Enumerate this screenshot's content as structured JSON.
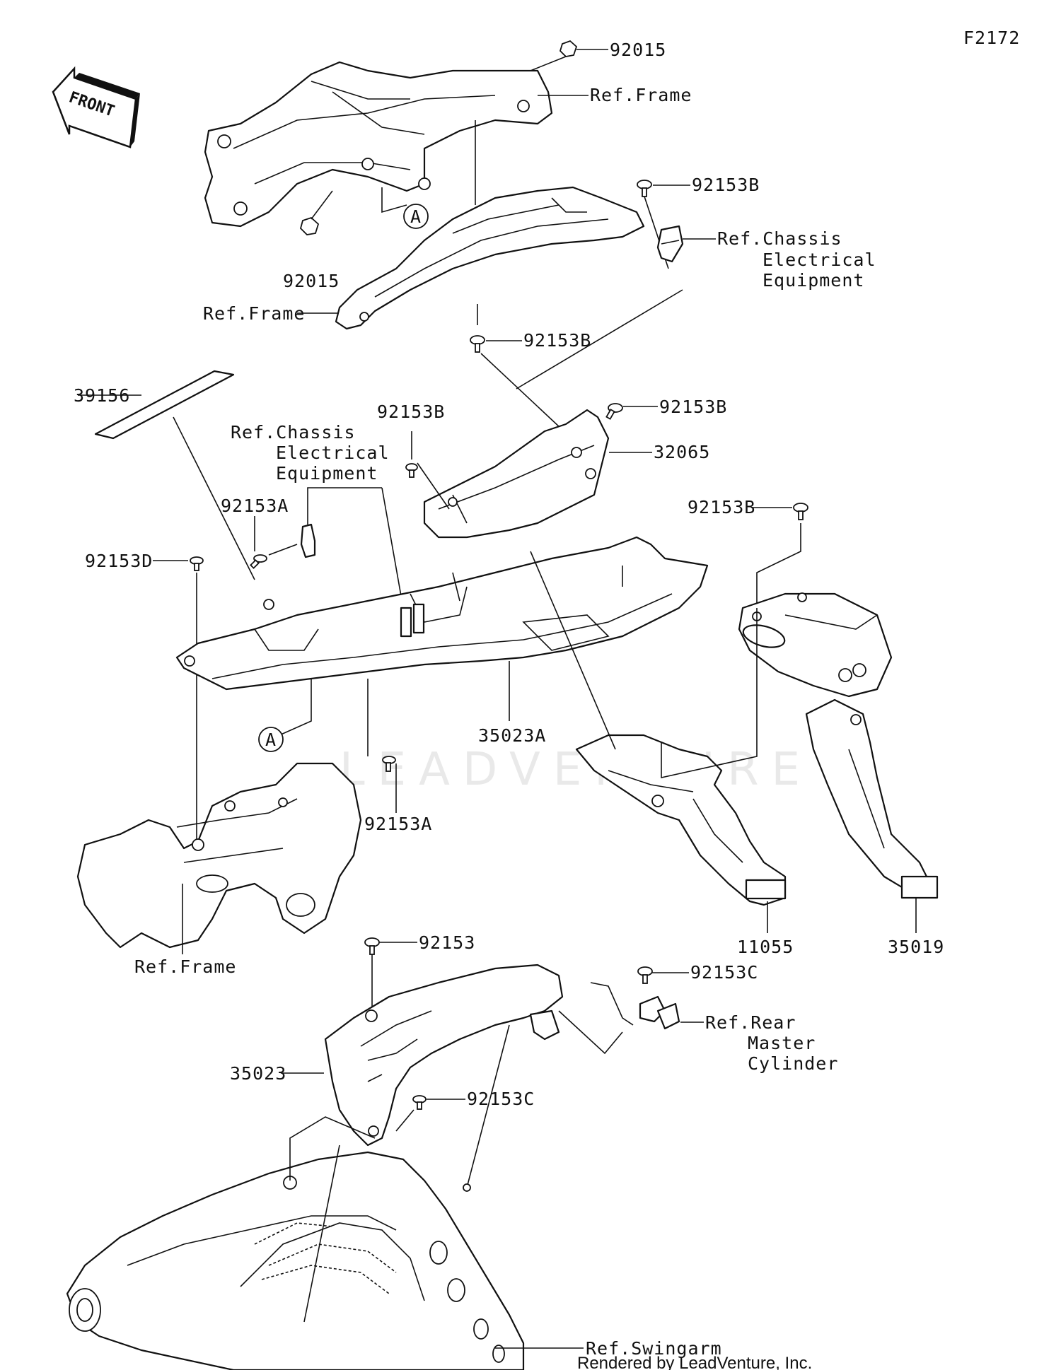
{
  "diagram_code": "F2172",
  "front_label": "FRONT",
  "watermark": "LEADVENTURE",
  "credit": "Rendered by LeadVenture, Inc.",
  "callouts": {
    "a_top": "A",
    "a_bottom": "A"
  },
  "labels": {
    "nut_92015_top": "92015",
    "nut_92015_left": "92015",
    "ref_frame_top": "Ref.Frame",
    "ref_frame_mid": "Ref.Frame",
    "ref_frame_bottom": "Ref.Frame",
    "bolt_92153b_1": "92153B",
    "ref_chassis_right_1": "Ref.Chassis",
    "ref_chassis_right_2": "Electrical",
    "ref_chassis_right_3": "Equipment",
    "bolt_92153b_2": "92153B",
    "bolt_92153b_3": "92153B",
    "bolt_92153b_4": "92153B",
    "bolt_92153b_5": "92153B",
    "part_32065": "32065",
    "part_39156": "39156",
    "ref_chassis_left_1": "Ref.Chassis",
    "ref_chassis_left_2": "Electrical",
    "ref_chassis_left_3": "Equipment",
    "bolt_92153a_1": "92153A",
    "bolt_92153a_2": "92153A",
    "bolt_92153d": "92153D",
    "part_35023a": "35023A",
    "part_11055": "11055",
    "part_35019": "35019",
    "bolt_92153": "92153",
    "bolt_92153c_1": "92153C",
    "bolt_92153c_2": "92153C",
    "ref_rear_master_1": "Ref.Rear",
    "ref_rear_master_2": "Master",
    "ref_rear_master_3": "Cylinder",
    "part_35023": "35023",
    "ref_swingarm": "Ref.Swingarm"
  }
}
